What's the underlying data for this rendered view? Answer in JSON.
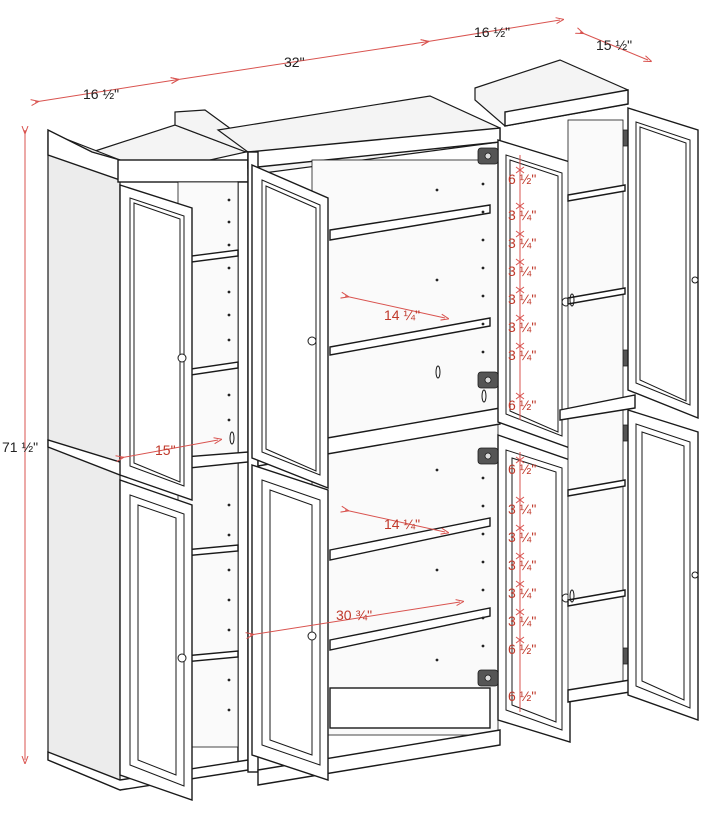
{
  "dimensions": {
    "top_width_left": "16 ½\"",
    "top_width_center": "32\"",
    "top_width_right": "16 ½\"",
    "top_depth": "15 ½\"",
    "overall_height": "71 ½\"",
    "left_shelf_depth": "15\"",
    "center_shelf_depth_upper": "14 ¼\"",
    "center_shelf_depth_lower": "14 ¼\"",
    "center_interior_width": "30 ¾\""
  },
  "upper_spacings": [
    "6 ½\"",
    "3 ¼\"",
    "3 ¼\"",
    "3 ¼\"",
    "3 ¼\"",
    "3 ¼\"",
    "3 ¼\"",
    "6 ½\""
  ],
  "lower_spacings": [
    "6 ½\"",
    "3 ¼\"",
    "3 ¼\"",
    "3 ¼\"",
    "3 ¼\"",
    "3 ¼\"",
    "6 ½\""
  ],
  "colors": {
    "dimension": "#c0392b",
    "line": "#1a1a1a"
  }
}
